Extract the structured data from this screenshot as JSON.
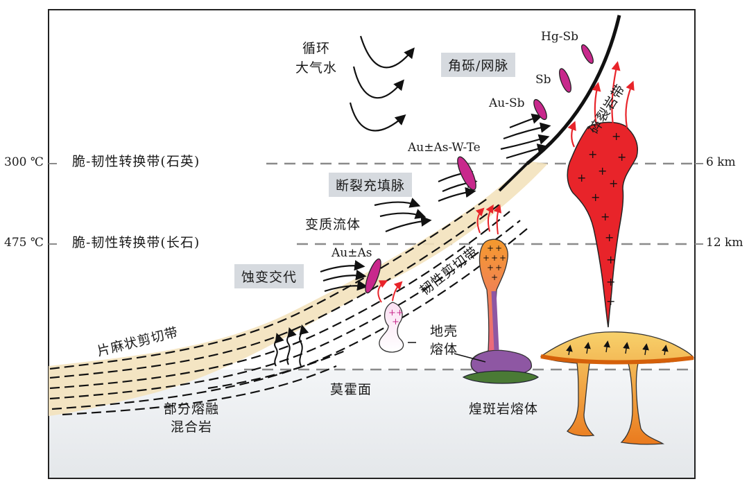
{
  "left_axis": {
    "temp_300": "300 ℃",
    "temp_475": "475 ℃"
  },
  "right_axis": {
    "depth_6": "6 km",
    "depth_12": "12 km"
  },
  "zones": {
    "transition_quartz": "脆-韧性转换带(石英)",
    "transition_feldspar": "脆-韧性转换带(长石)",
    "moho": "莫霍面",
    "gneissic_shear": "片麻状剪切带",
    "ductile_shear": "韧性剪切带",
    "cataclasite": "碎裂岩带"
  },
  "boxes": {
    "breccia_stockwork": "角砾/网脉",
    "fault_fill_vein": "断裂充填脉",
    "alteration_metasomatism": "蚀变交代"
  },
  "fluids": {
    "meteoric_1": "循环",
    "meteoric_2": "大气水",
    "metamorphic": "变质流体"
  },
  "deposits": {
    "hg_sb": "Hg-Sb",
    "sb": "Sb",
    "au_sb": "Au-Sb",
    "au_as_w_te": "Au±As-W-Te",
    "au_as": "Au±As"
  },
  "magmas": {
    "crust_1": "地壳",
    "crust_2": "熔体",
    "lamprophyre": "煌斑岩熔体",
    "migmatite_1": "部分熔融",
    "migmatite_2": "混合岩"
  },
  "colors": {
    "granite_red": "#e8242a",
    "orebody_magenta": "#c8288c",
    "fault_black": "#111111",
    "shear_zone_fill": "#f3e2bd",
    "crust_melt_purple": "#8e57a3",
    "lamprophyre_green": "#4a7a35",
    "mantle_melt_orange": "#f3a03a",
    "label_box_gray": "#d6dadf"
  }
}
